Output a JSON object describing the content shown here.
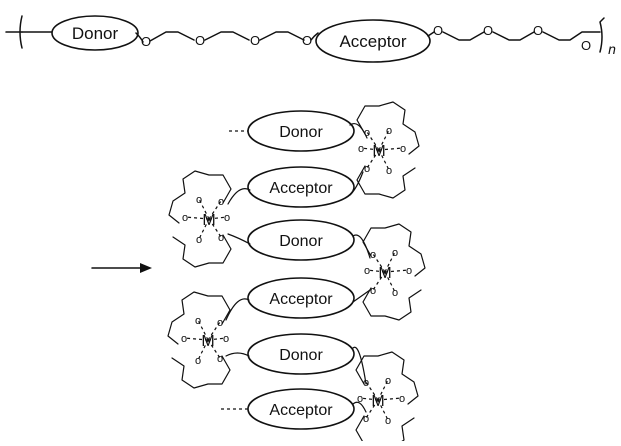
{
  "polymer": {
    "donor_label": "Donor",
    "acceptor_label": "Acceptor",
    "oxygen_label": "O",
    "subscript_n": "n"
  },
  "stack": {
    "metal_label": "M",
    "oxygen_label": "o",
    "units": [
      {
        "label": "Donor"
      },
      {
        "label": "Acceptor"
      },
      {
        "label": "Donor"
      },
      {
        "label": "Acceptor"
      },
      {
        "label": "Donor"
      },
      {
        "label": "Acceptor"
      }
    ]
  }
}
